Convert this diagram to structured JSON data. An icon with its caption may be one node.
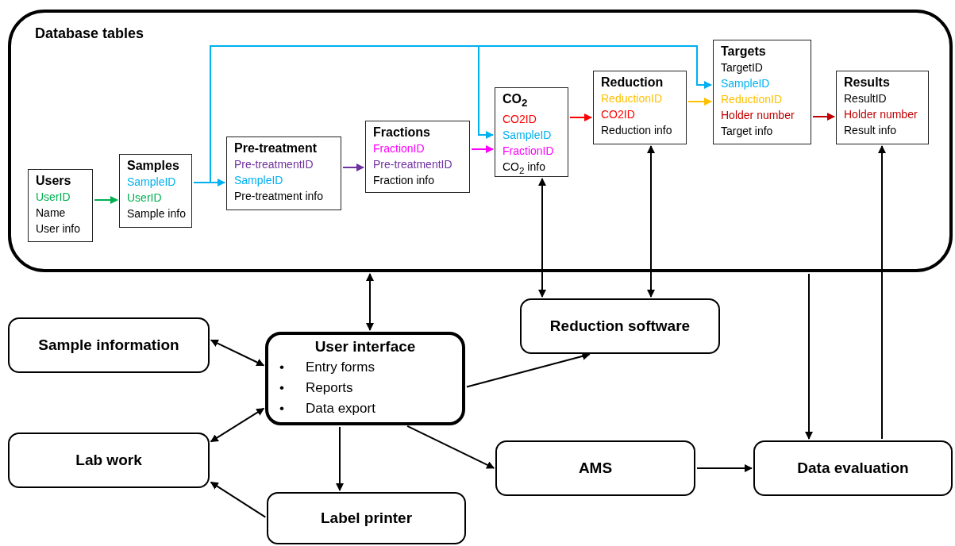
{
  "diagram": {
    "nodes": [
      {
        "text": [
          "Database tables"
        ]
      },
      {
        "text": [
          "Users",
          "UserID",
          "Name",
          "User info"
        ],
        "in": 0
      },
      {
        "text": [
          "Samples",
          "SampleID",
          "UserID",
          "Sample info"
        ],
        "in": 0
      },
      {
        "text": [
          "Pre-treatment",
          "Pre-treatmentID",
          "SampleID",
          "Pre-treatment info"
        ],
        "in": 0
      },
      {
        "text": [
          "Fractions",
          "FractionID",
          "Pre-treatmentID",
          "Fraction info"
        ],
        "in": 0
      },
      {
        "text": [
          "CO$_{2}$",
          "CO2ID",
          "SampleID",
          "FractionID",
          "CO$_{2}$ info"
        ],
        "in": 0
      },
      {
        "text": [
          "Reduction",
          "ReductionID",
          "CO2ID",
          "Reduction info"
        ],
        "in": 0
      },
      {
        "text": [
          "Targets",
          "TargetID",
          "SampleID",
          "ReductionID",
          "Holder number",
          "Target info"
        ],
        "in": 0
      },
      {
        "text": [
          "Results",
          "ResultID",
          "Holder number",
          "Result info"
        ],
        "in": 0
      },
      {
        "text": [
          "Sample information"
        ]
      },
      {
        "text": [
          "User interface",
          "• Entry forms",
          "• Reports",
          "• Data export"
        ]
      },
      {
        "text": [
          "Reduction software"
        ]
      },
      {
        "text": [
          "Lab work"
        ]
      },
      {
        "text": [
          "AMS"
        ]
      },
      {
        "text": [
          "Data evaluation"
        ]
      },
      {
        "text": [
          "Label printer"
        ]
      }
    ],
    "edges": [
      {
        "from": 1,
        "to": 2,
        "arrow": "to",
        "color": "#00b050"
      },
      {
        "from": 2,
        "to": 3,
        "arrow": "to",
        "color": "#00b0f0"
      },
      {
        "from": 2,
        "to": 5,
        "arrow": "to",
        "color": "#00b0f0"
      },
      {
        "from": 2,
        "to": 7,
        "arrow": "to",
        "color": "#00b0f0"
      },
      {
        "from": 3,
        "to": 4,
        "arrow": "to",
        "color": "#7030a0"
      },
      {
        "from": 4,
        "to": 5,
        "arrow": "to",
        "color": "#ff00ff"
      },
      {
        "from": 5,
        "to": 6,
        "arrow": "to",
        "color": "#ff0000"
      },
      {
        "from": 6,
        "to": 7,
        "arrow": "to",
        "color": "#ffc000"
      },
      {
        "from": 7,
        "to": 8,
        "arrow": "to",
        "color": "#c00000"
      },
      {
        "from": 0,
        "to": 10,
        "arrow": "both"
      },
      {
        "from": 5,
        "to": 11,
        "arrow": "both"
      },
      {
        "from": 6,
        "to": 11,
        "arrow": "both"
      },
      {
        "from": 9,
        "to": 10,
        "arrow": "both"
      },
      {
        "from": 12,
        "to": 10,
        "arrow": "both"
      },
      {
        "from": 10,
        "to": 11,
        "arrow": "to"
      },
      {
        "from": 10,
        "to": 15,
        "arrow": "to"
      },
      {
        "from": 10,
        "to": 13,
        "arrow": "to"
      },
      {
        "from": 15,
        "to": 12,
        "arrow": "to"
      },
      {
        "from": 13,
        "to": 14,
        "arrow": "to"
      },
      {
        "from": 0,
        "to": 14,
        "arrow": "to"
      },
      {
        "from": 14,
        "to": 8,
        "arrow": "to"
      }
    ]
  }
}
